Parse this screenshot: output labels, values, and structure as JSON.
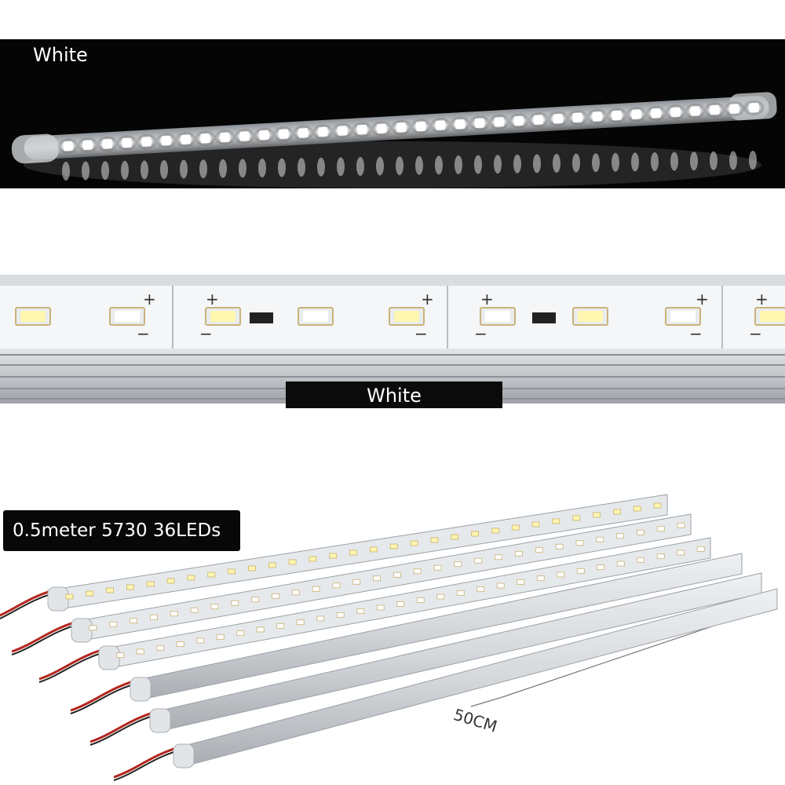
{
  "panels": {
    "lit": {
      "label": "White"
    },
    "closeup": {
      "badge": "White",
      "led_marks": {
        "plus": "+",
        "minus": "−"
      }
    },
    "group": {
      "spec": "0.5meter 5730 36LEDs",
      "dimension": "50CM"
    }
  },
  "colors": {
    "led_white": "#ffffff",
    "led_warm": "#fff6b0",
    "aluminum": "#c9ccd0",
    "wire_red": "#b3261e",
    "badge_bg": "#0b0b0b"
  }
}
